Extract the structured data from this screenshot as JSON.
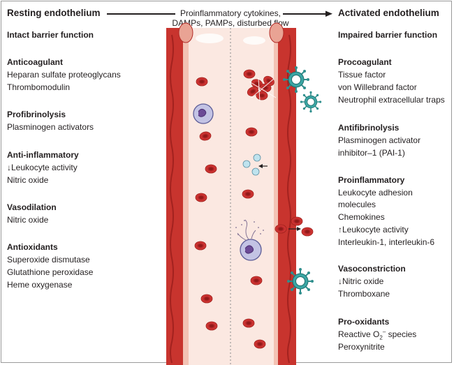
{
  "header": {
    "left_title": "Resting endothelium",
    "right_title": "Activated endothelium",
    "triggers_line1": "Proinflammatory cytokines,",
    "triggers_line2": "DAMPs, PAMPs, disturbed flow"
  },
  "left_panel": {
    "barrier": "Intact barrier function",
    "sections": [
      {
        "title": "Anticoagulant",
        "items": [
          "Heparan sulfate proteoglycans",
          "Thrombomodulin"
        ]
      },
      {
        "title": "Profibrinolysis",
        "items": [
          "Plasminogen activators"
        ]
      },
      {
        "title": "Anti-inflammatory",
        "items": [
          "↓Leukocyte activity",
          "Nitric oxide"
        ]
      },
      {
        "title": "Vasodilation",
        "items": [
          "Nitric oxide"
        ]
      },
      {
        "title": "Antioxidants",
        "items": [
          "Superoxide dismutase",
          "Glutathione peroxidase",
          "Heme oxygenase"
        ]
      }
    ]
  },
  "right_panel": {
    "barrier": "Impaired barrier function",
    "sections": [
      {
        "title": "Procoagulant",
        "items": [
          "Tissue factor",
          "von Willebrand factor",
          "Neutrophil extracellular traps"
        ]
      },
      {
        "title": "Antifibrinolysis",
        "items": [
          "Plasminogen activator",
          "inhibitor–1 (PAI-1)"
        ]
      },
      {
        "title": "Proinflammatory",
        "items": [
          "Leukocyte adhesion",
          "molecules",
          "Chemokines",
          "↑Leukocyte activity",
          "Interleukin-1, interleukin-6"
        ]
      },
      {
        "title": "Vasoconstriction",
        "items": [
          "↓Nitric oxide",
          "Thromboxane"
        ]
      },
      {
        "title": "Pro-oxidants",
        "items": [
          "Reactive O",
          "Peroxynitrite"
        ]
      }
    ],
    "oxygen_sub": "2",
    "oxygen_sup": "–",
    "oxygen_tail": " species"
  },
  "colors": {
    "vessel_wall": "#c8342e",
    "wall_inner": "#f3c2b4",
    "lumen": "#fbe8e1",
    "red_cell": "#d0312d",
    "leukocyte": "#b7b7dc",
    "virus": "#3aa6a4",
    "platelet": "#bfe3ee"
  }
}
